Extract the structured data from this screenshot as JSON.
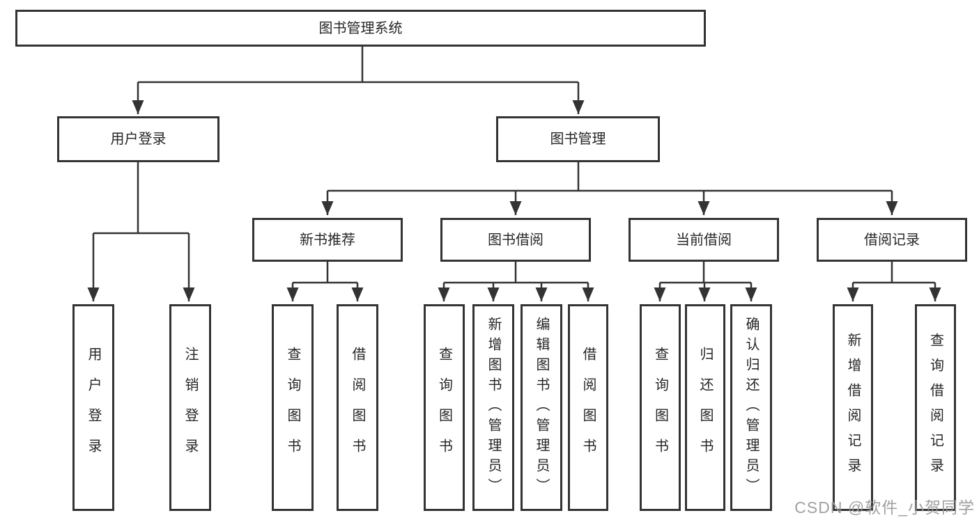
{
  "tree": {
    "label": "图书管理系统",
    "children": [
      {
        "label": "用户登录",
        "children": [
          {
            "label": "用户登录"
          },
          {
            "label": "注销登录"
          }
        ]
      },
      {
        "label": "图书管理",
        "children": [
          {
            "label": "新书推荐",
            "children": [
              {
                "label": "查询图书"
              },
              {
                "label": "借阅图书"
              }
            ]
          },
          {
            "label": "图书借阅",
            "children": [
              {
                "label": "查询图书"
              },
              {
                "label": "新增图书（管理员）"
              },
              {
                "label": "编辑图书（管理员）"
              },
              {
                "label": "借阅图书"
              }
            ]
          },
          {
            "label": "当前借阅",
            "children": [
              {
                "label": "查询图书"
              },
              {
                "label": "归还图书"
              },
              {
                "label": "确认归还（管理员）"
              }
            ]
          },
          {
            "label": "借阅记录",
            "children": [
              {
                "label": "新增借阅记录"
              },
              {
                "label": "查询借阅记录"
              }
            ]
          }
        ]
      }
    ]
  },
  "watermark": {
    "text": "CSDN @软件_小贺同学"
  },
  "colors": {
    "line": "#333333",
    "text": "#262626",
    "watermark": "#999999",
    "background": "#ffffff"
  }
}
